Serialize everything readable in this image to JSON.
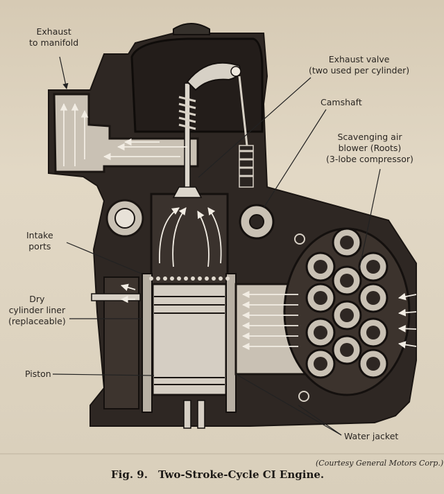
{
  "labels": {
    "exhaust": "Exhaust\nto manifold",
    "exhaust_valve": "Exhaust valve\n(two used per cylinder)",
    "camshaft": "Camshaft",
    "blower": "Scavenging air\nblower (Roots)\n(3-lobe compressor)",
    "intake": "Intake\nports",
    "liner": "Dry\ncylinder liner\n(replaceable)",
    "piston": "Piston",
    "water": "Water jacket"
  },
  "caption": {
    "fig": "Fig. 9.",
    "title": "Two-Stroke-Cycle CI Engine.",
    "courtesy": "(Courtesy General Motors Corp.)"
  },
  "colors": {
    "metal": "#2b2522",
    "casting": "#3a322d",
    "light": "#d9d3c9",
    "paper": "#dfd5c2"
  }
}
